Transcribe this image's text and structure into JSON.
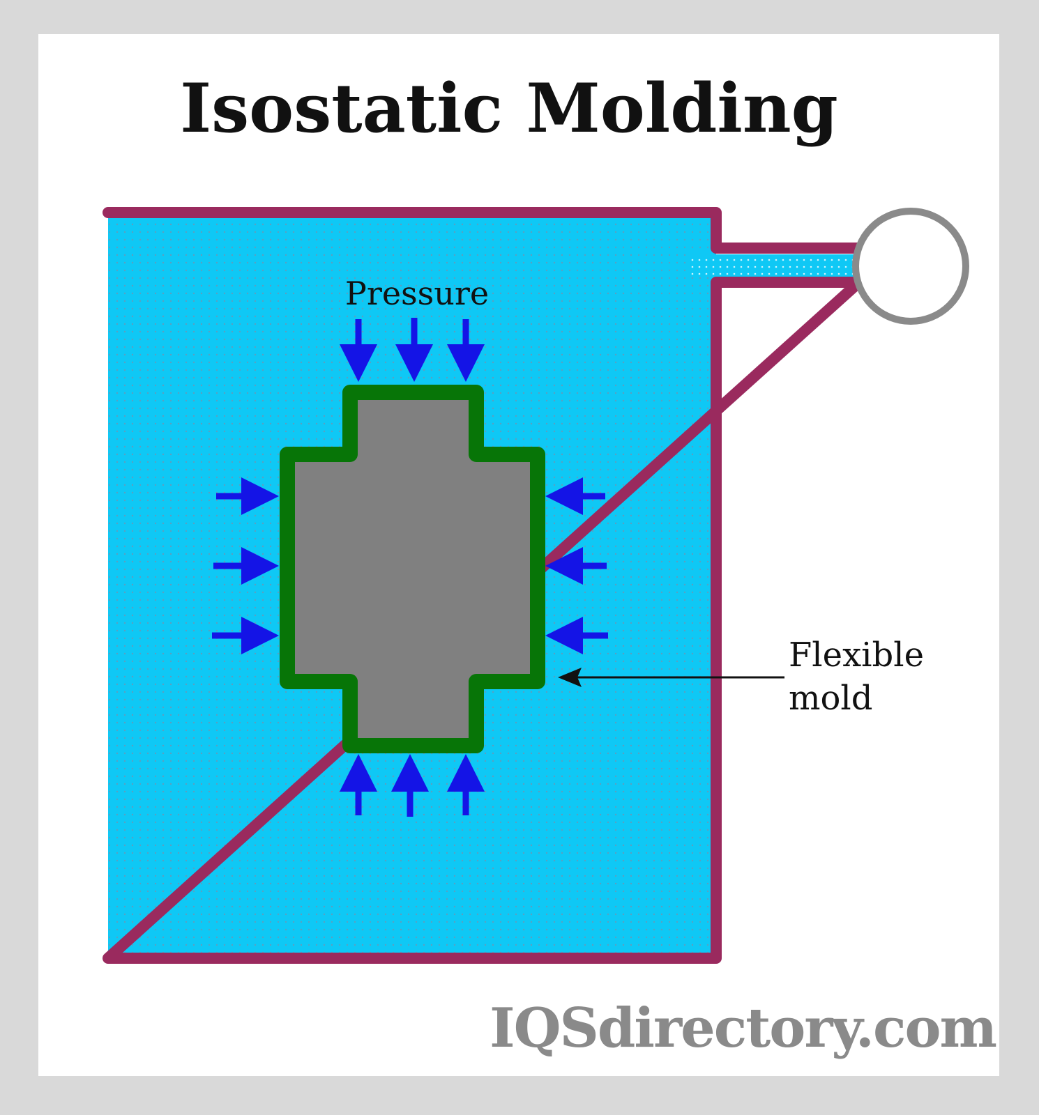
{
  "title": "Isostatic Molding",
  "labels": {
    "pressure": "Pressure",
    "flexible_mold_line1": "Flexible",
    "flexible_mold_line2": "mold"
  },
  "watermark": "IQSdirectory.com",
  "colors": {
    "fluid": "#0fc8f5",
    "vessel": "#9a2a5e",
    "mold": "#077507",
    "part": "#808080",
    "arrows": "#1414e6",
    "gauge": "#8a8a8a",
    "border": "#d9d9d9"
  }
}
